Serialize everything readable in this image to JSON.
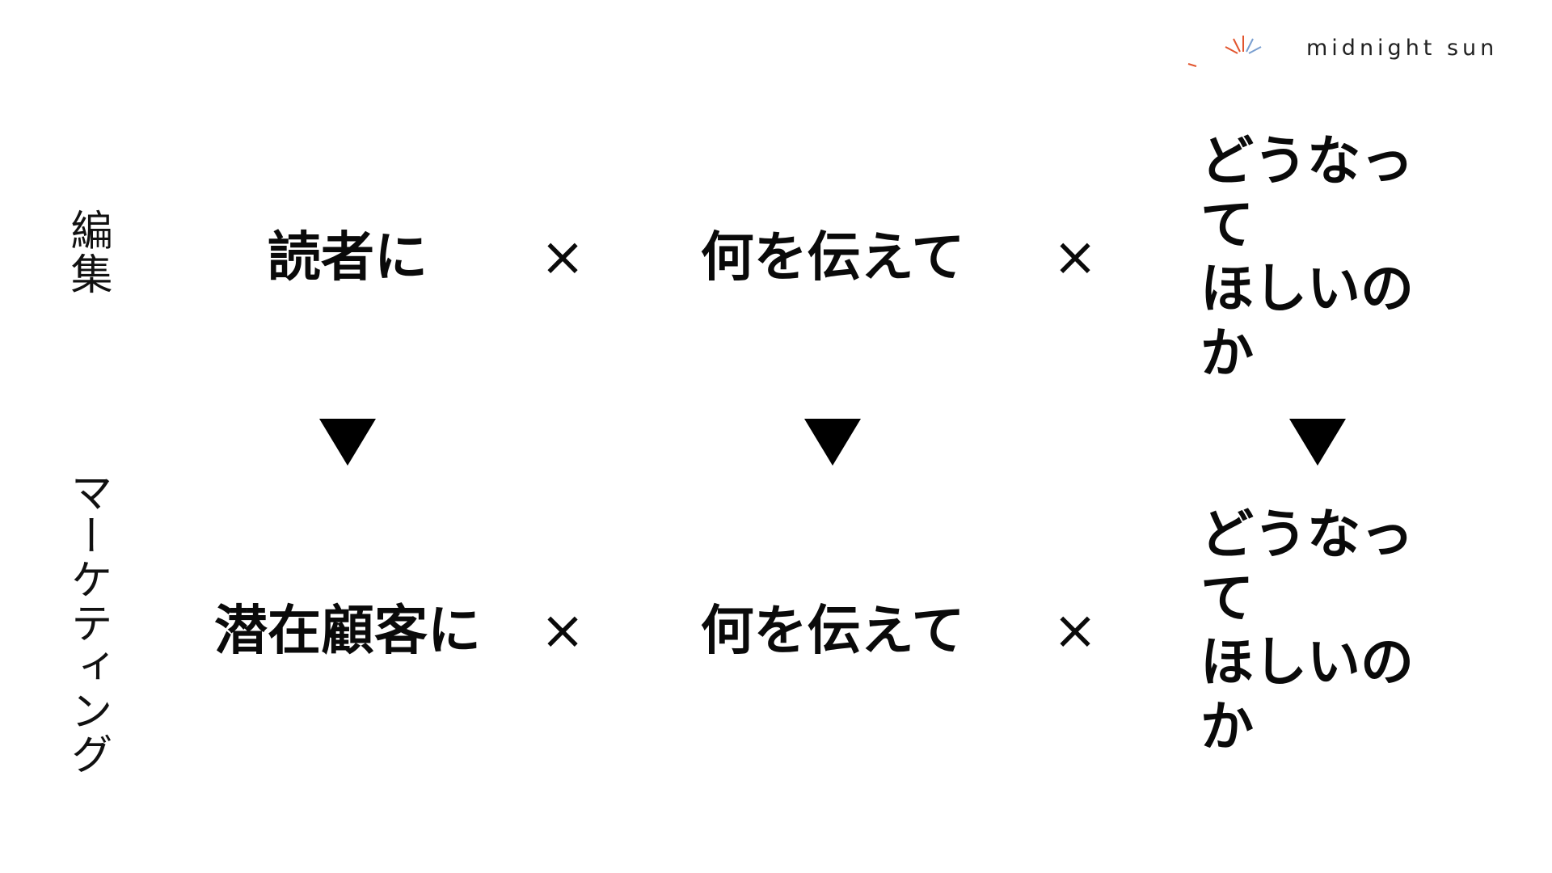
{
  "logo": {
    "text": "midnight sun",
    "colors": {
      "warm": "#e2552e",
      "cool": "#5b9bd5"
    }
  },
  "labels": {
    "top": "編集",
    "bottom": "マーケティング"
  },
  "row1": {
    "who": "読者に",
    "op1": "×",
    "what": "何を伝えて",
    "op2": "×",
    "how": "どうなって\nほしいのか"
  },
  "arrows": [
    "▼",
    "▼",
    "▼"
  ],
  "row2": {
    "who": "潜在顧客に",
    "op1": "×",
    "what": "何を伝えて",
    "op2": "×",
    "how": "どうなって\nほしいのか"
  }
}
